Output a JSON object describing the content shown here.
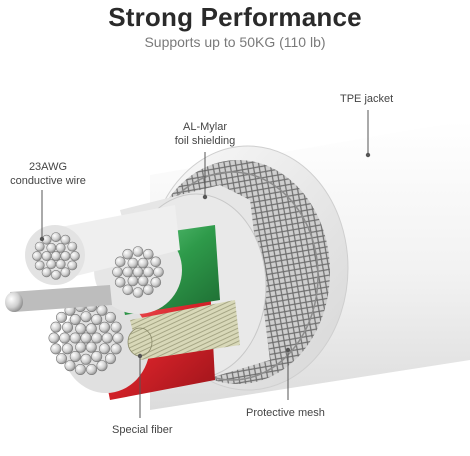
{
  "header": {
    "title": "Strong Performance",
    "subtitle": "Supports up to 50KG (110 lb)"
  },
  "callouts": {
    "tpe_jacket": "TPE jacket",
    "al_mylar_line1": "AL-Mylar",
    "al_mylar_line2": "foil shielding",
    "conductive_line1": "23AWG",
    "conductive_line2": "conductive wire",
    "protective_mesh": "Protective mesh",
    "special_fiber": "Special fiber"
  },
  "colors": {
    "jacket": "#f2f2f2",
    "mesh": "#9a9a9a",
    "foil": "#d9d9d9",
    "green_wire": "#2e9a4a",
    "red_wire": "#d8232a",
    "fiber": "#c9c9a0",
    "strand": "#b8b8b8",
    "leader": "#555555"
  }
}
